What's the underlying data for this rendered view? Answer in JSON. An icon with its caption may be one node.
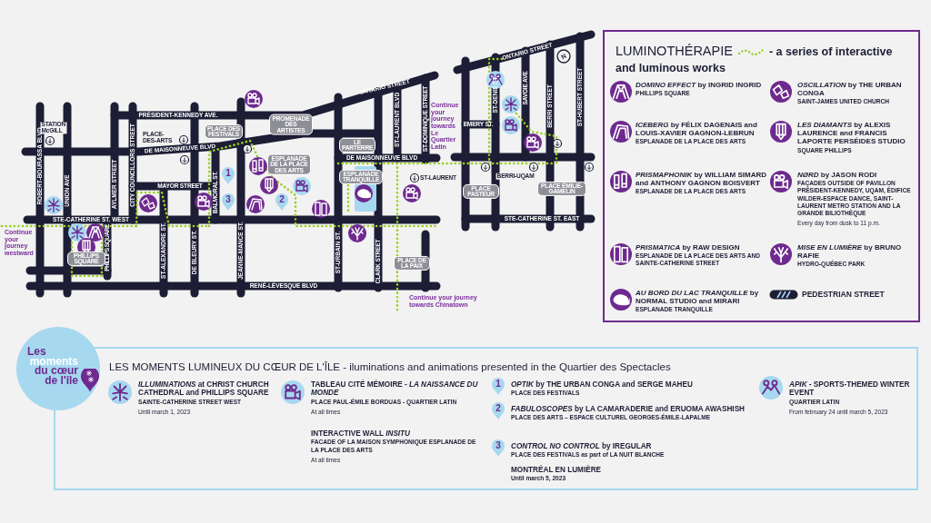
{
  "diagram": {
    "nodes": [
      {
        "text": [
          "LUMINOTHÉRAPIE",
          "- a series of interactive and luminous works"
        ]
      },
      {
        "text": [
          "*DOMINO EFFECT* by INGRID INGRID",
          "PHILLIPS SQUARE"
        ],
        "in": 0
      },
      {
        "text": [
          "*OSCILLATION* by THE URBAN CONGA",
          "SAINT-JAMES UNITED CHURCH"
        ],
        "in": 0
      },
      {
        "text": [
          "*ICEBERG* by FÉLIX DAGENAIS and LOUIS-XAVIER GAGNON-LEBRUN",
          "ESPLANADE DE LA PLACE DES ARTS"
        ],
        "in": 0
      },
      {
        "text": [
          "*LES DIAMANTS* by ALEXIS LAURENCE and FRANCIS LAPORTE PERSÉIDES STUDIO",
          "SQUARE PHILLIPS"
        ],
        "in": 0
      },
      {
        "text": [
          "*PRISMAPHONIK* by WILLIAM SIMARD and ANTHONY GAGNON BOISVERT",
          "ESPLANADE DE LA PLACE DES ARTS"
        ],
        "in": 0
      },
      {
        "text": [
          "*NØRD* by JASON RODI",
          "FAÇADES OUTSIDE OF PAVILLON PRÉSIDENT-KENNEDY, UQAM, ÉDIFICE WILDER-ESPACE DANCE, SAINT-LAURENT METRO STATION AND LA GRANDE BILIOTHÈQUE",
          "Every day from dusk to 11 p.m."
        ],
        "in": 0
      },
      {
        "text": [
          "*PRISMATICA* by RAW DESIGN",
          "ESPLANADE DE LA PLACE DES ARTS AND SAINTE-CATHERINE STREET"
        ],
        "in": 0
      },
      {
        "text": [
          "*MISE EN LUMIÈRE* by BRUNO RAFIE",
          "HYDRO-QUÉBEC PARK"
        ],
        "in": 0
      },
      {
        "text": [
          "*AU BORD DU LAC TRANQUILLE* by NORMAL STUDIO and MIRARI",
          "ESPLANADE TRANQUILLE"
        ],
        "in": 0
      },
      {
        "text": [
          "Les",
          "moments",
          "du cœur de l'île"
        ]
      },
      {
        "text": [
          "LES MOMENTS LUMINEUX DU CŒUR DE L'ÎLE - iluminations and animations presented in the Quartier des Spectacles"
        ]
      },
      {
        "text": [
          "*ILLUMINATIONS* at CHRIST CHURCH CATHEDRAL and PHILLIPS SQUARE",
          "SAINTE-CATHERINE STREET WEST",
          "Until march 1, 2023"
        ],
        "in": 11
      },
      {
        "text": [
          "TABLEAU CITÉ MÉMOIRE - *LA NAISSANCE DU MONDE*",
          "PLACE PAUL-ÉMILE BORDUAS - QUARTIER LATIN",
          "At all times"
        ],
        "in": 11
      },
      {
        "text": [
          "*OPTIK* by THE URBAN CONGA and SERGE MAHEU",
          "PLACE DES FESTIVALS"
        ],
        "in": 11
      },
      {
        "text": [
          "*APIK* - SPORTS-THEMED WINTER EVENT",
          "QUARTIER LATIN",
          "From february 24 until march 5, 2023"
        ],
        "in": 11
      },
      {
        "text": [
          "*FABULOSCOPES* by LA CAMARADERIE and ERUOMA AWASHISH",
          "PLACE DES ARTS – ESPACE CULTUREL GEORGES-ÉMILE-LAPALME"
        ],
        "in": 11
      },
      {
        "text": [
          "INTERACTIVE WALL *INSITU*",
          "FACADE OF LA MAISON SYMPHONIQUE ESPLANADE DE LA PLACE DES ARTS",
          "At all times"
        ],
        "in": 11
      },
      {
        "text": [
          "*CONTROL NO CONTROL* by IREGULAR",
          "PLACE DES FESTIVALS as part of LA NUIT BLANCHE"
        ],
        "in": 11
      },
      {
        "text": [
          "MONTRÉAL EN LUMIÈRE",
          "Until march 5, 2023"
        ],
        "in": 11
      }
    ],
    "labels": [
      "ONTARIO STREET",
      "ONTARIO STREET",
      "N",
      "PRÉSIDENT-KENNEDY AVE.",
      "STATION McGILL",
      "PROMENADE DES ARTISTES",
      "PLACE-DES-ARTS",
      "DE MAISONNEUVE BLVD",
      "DE MAISONNEUVE BLVD",
      "LE PARTERRE",
      "ST-LAURENT BLVD",
      "ST-DOMINIQUE STREET",
      "Continue your journey towards Le Quartier Latin",
      "ROBERT-BOURASSA BLVD",
      "UNION AVE",
      "AYLMER STREET",
      "CITY COUNCILLORS STREET",
      "PLACE DES FESTIVALS",
      "ESPLANADE DE LA PLACE DES ARTS",
      "ESPLANADE TRANQUILLE",
      "ST-LAURENT",
      "MAYOR STREET",
      "BALMORAL ST.",
      "1",
      "3",
      "2",
      "STE-CATHERINE ST. WEST",
      "Continue your journey westward",
      "PHILLIPS SQUARE",
      "PHILLIPS SQUARE",
      "ST-ALEXANDRE ST.",
      "DE BLEURY ST.",
      "JEANNE-MANCE ST.",
      "ST-URBAIN ST.",
      "CLARK STREET",
      "PLACE DE LA PAIX",
      "RENÉ-LÉVESQUE BLVD",
      "Continue your journey towards Chinatown",
      "SAVOIE AVE",
      "EMERY ST.",
      "ST-DENIS ST.",
      "BERRI STREET",
      "ST-HUBERT STREET",
      "BERRI-UQAM",
      "PLACE PASTEUR",
      "PLACE ÉMILIE-GAMELIN",
      "STE-CATHERINE ST. EAST",
      "1",
      "2",
      "3"
    ],
    "legend": [
      {
        "text": "PEDESTRIAN STREET"
      }
    ]
  }
}
